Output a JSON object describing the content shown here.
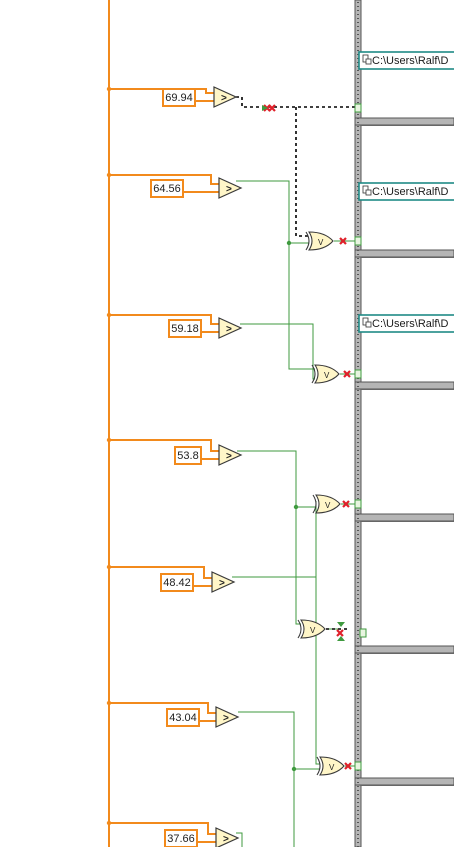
{
  "colors": {
    "background": "#ffffff",
    "numeric_wire": "#f28a1c",
    "boolean_wire": "#3f9a3f",
    "case_frame": "#555555",
    "path_terminal": "#1f8a86",
    "broken_wire": "#000000",
    "error_x": "#e0202a"
  },
  "constants": [
    "69.94",
    "64.56",
    "59.18",
    "53.8",
    "48.42",
    "43.04",
    "37.66"
  ],
  "comparators": [
    "greater-than",
    "greater-than",
    "greater-than",
    "greater-than",
    "greater-than",
    "greater-than",
    "greater-than"
  ],
  "xor_gates": [
    "xor-1",
    "xor-2",
    "xor-3",
    "xor-4",
    "xor-5"
  ],
  "path_terminals": [
    "C:\\Users\\Ralf\\D",
    "C:\\Users\\Ralf\\D",
    "C:\\Users\\Ralf\\D"
  ],
  "icons": [
    "greater-than-icon",
    "xor-icon",
    "broken-wire-x-icon",
    "path-constant-icon",
    "case-selector-icon"
  ]
}
